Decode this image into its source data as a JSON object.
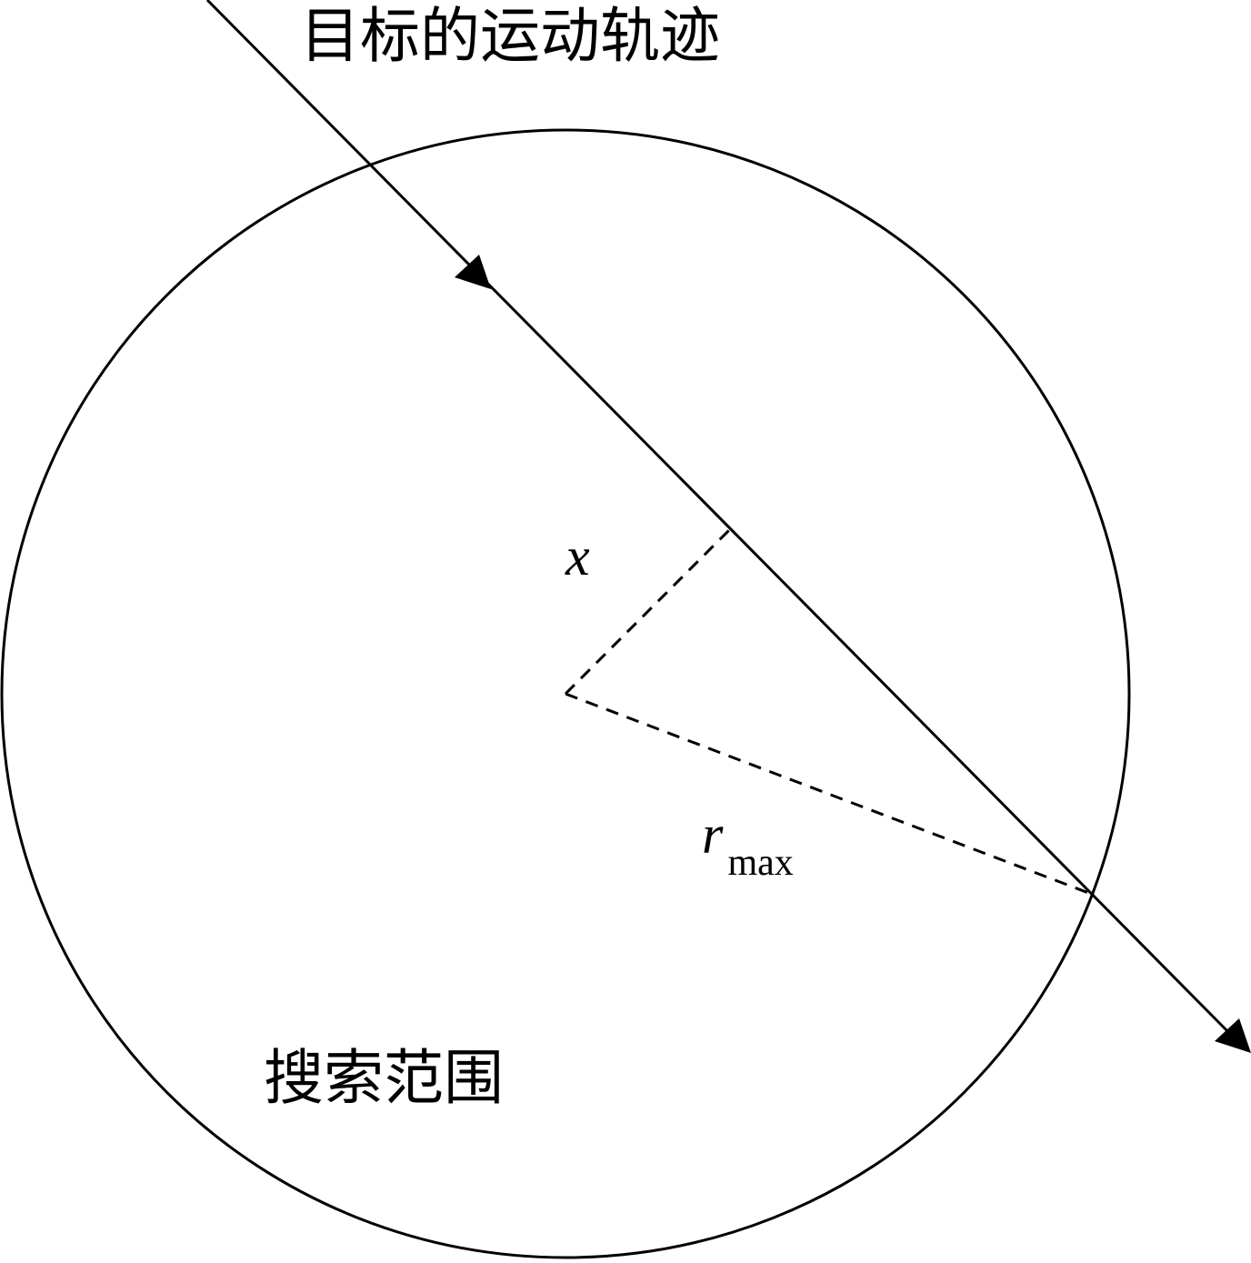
{
  "labels": {
    "trajectory": "目标的运动轨迹",
    "search_range": "搜索范围",
    "distance_var": "x",
    "radius_main": "r",
    "radius_sub": "max"
  },
  "colors": {
    "stroke": "#000000",
    "background": "#ffffff"
  }
}
